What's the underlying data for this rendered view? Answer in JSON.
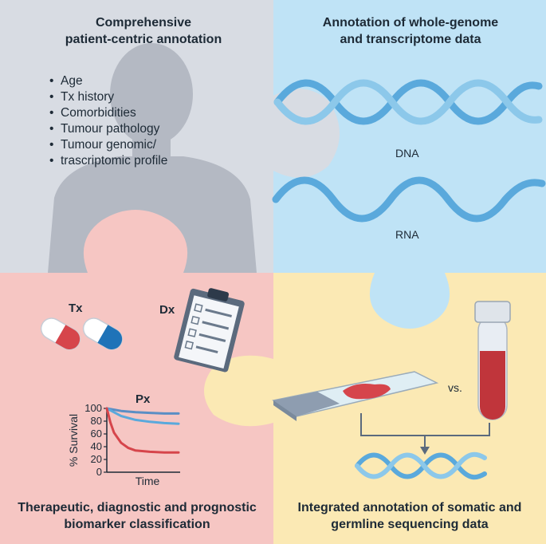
{
  "panels": {
    "top_left": {
      "title_line1": "Comprehensive",
      "title_line2": "patient-centric annotation",
      "bullets": [
        "Age",
        "Tx history",
        "Comorbidities",
        "Tumour pathology",
        "Tumour genomic/",
        "trascriptomic profile"
      ]
    },
    "top_right": {
      "title_line1": "Annotation of whole-genome",
      "title_line2": "and transcriptome data",
      "dna_label": "DNA",
      "rna_label": "RNA"
    },
    "bottom_left": {
      "tx_label": "Tx",
      "dx_label": "Dx",
      "px_label": "Px",
      "title_line1": "Therapeutic, diagnostic and prognostic",
      "title_line2": "biomarker classification"
    },
    "bottom_right": {
      "vs_label": "vs.",
      "title_line1": "Integrated annotation of somatic and",
      "title_line2": "germline sequencing data"
    }
  },
  "colors": {
    "top_left_bg": "#d8dce3",
    "top_right_bg": "#bfe3f6",
    "bottom_left_bg": "#f6c6c3",
    "bottom_right_bg": "#fbe9b4",
    "silhouette": "#b4b9c3",
    "helix": "#5aa9dc",
    "blood": "#c0353b"
  },
  "chart_data": {
    "type": "line",
    "ylabel": "% Survival",
    "xlabel": "Time",
    "yticks": [
      0,
      20,
      40,
      60,
      80,
      100
    ],
    "ylim": [
      0,
      100
    ],
    "xlim": [
      0,
      10
    ],
    "series": [
      {
        "color": "#5b8ec4",
        "x": [
          0,
          1,
          2,
          4,
          6,
          8,
          10
        ],
        "values": [
          100,
          98,
          96,
          94,
          93,
          92,
          92
        ]
      },
      {
        "color": "#5aa9dc",
        "x": [
          0,
          1,
          2,
          4,
          6,
          8,
          10
        ],
        "values": [
          100,
          94,
          88,
          82,
          79,
          77,
          76
        ]
      },
      {
        "color": "#d6454b",
        "x": [
          0,
          0.5,
          1,
          2,
          3,
          4,
          6,
          8,
          10
        ],
        "values": [
          100,
          78,
          62,
          46,
          38,
          34,
          32,
          31,
          31
        ]
      }
    ]
  }
}
